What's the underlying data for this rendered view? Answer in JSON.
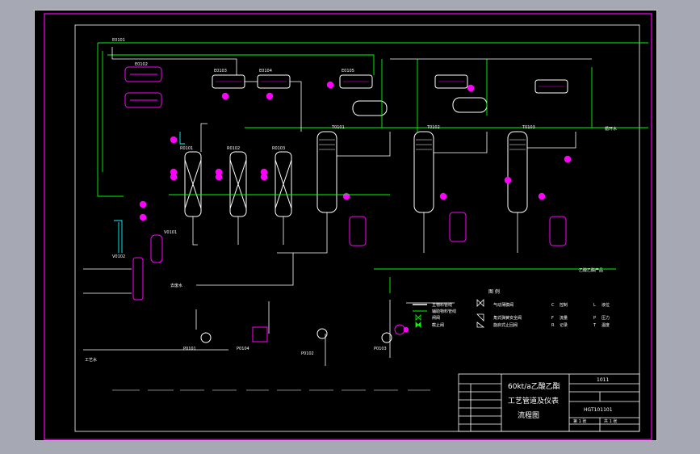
{
  "colors": {
    "background_outer": "#a6a9b4",
    "drawing_bg": "#000000",
    "border": "#ff00ff",
    "equipment": "#ffffff",
    "instrument": "#ff00ff",
    "line_green": "#00ff00",
    "line_white": "#ffffff",
    "cyan": "#00ffff"
  },
  "title_block": {
    "title_line1": "60kt/a乙酸乙酯",
    "title_line2": "工艺管道及仪表",
    "title_line3": "流程图",
    "number": "1011",
    "drawing_no": "HGT101101",
    "sheet": "第 1 张",
    "total": "共 1 张"
  },
  "legend": {
    "title": "图 例",
    "items": [
      {
        "symbol": "主物料管线",
        "label": "主物料管线"
      },
      {
        "symbol": "辅助物料管线",
        "label": "辅助物料管线"
      },
      {
        "symbol": "闸阀",
        "label": "闸阀"
      },
      {
        "symbol": "截止阀",
        "label": "截止阀"
      },
      {
        "symbol": "气动薄膜阀",
        "label": "气动薄膜阀"
      },
      {
        "symbol": "角式弹簧安全阀",
        "label": "角式弹簧安全阀"
      },
      {
        "symbol": "旋启式止回阀",
        "label": "旋启式止回阀"
      }
    ],
    "codes": [
      {
        "code": "C",
        "label": "控制"
      },
      {
        "code": "F",
        "label": "流量"
      },
      {
        "code": "R",
        "label": "记录"
      },
      {
        "code": "L",
        "label": "液位"
      },
      {
        "code": "P",
        "label": "压力"
      },
      {
        "code": "T",
        "label": "温度"
      }
    ]
  },
  "stream_labels": {
    "out1": "循环水",
    "out2": "乙酸乙酯产品",
    "in1": "工艺水",
    "mid1": "去废水"
  },
  "equipment_tags": [
    "E0101",
    "E0102",
    "E0103",
    "E0104",
    "E0105",
    "R0101",
    "R0102",
    "R0103",
    "T0101",
    "T0102",
    "T0103",
    "V0101",
    "V0102",
    "P0101",
    "P0102",
    "P0103",
    "P0104"
  ]
}
